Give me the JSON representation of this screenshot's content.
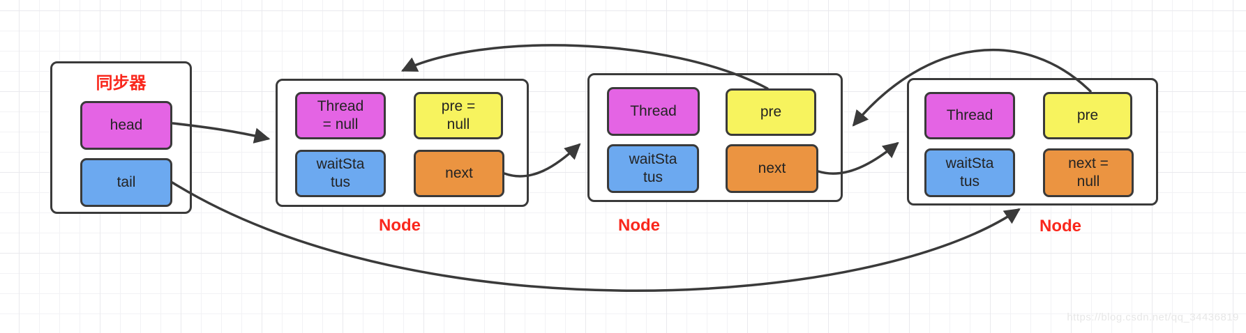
{
  "colors": {
    "magenta": "#e464e4",
    "yellow": "#f7f35e",
    "blue": "#6ca9f0",
    "orange": "#eb9441",
    "red_label": "#f9271c",
    "outline": "#3a3a3a",
    "box_fill": "#ffffff",
    "watermark_gray": "#e7e7e7"
  },
  "synchronizer": {
    "title": "同步器",
    "fields": [
      {
        "label": "head",
        "color": "#e464e4"
      },
      {
        "label": "tail",
        "color": "#6ca9f0"
      }
    ]
  },
  "nodes": [
    {
      "label": "Node",
      "fields": [
        {
          "label": "Thread\n= null",
          "color": "#e464e4"
        },
        {
          "label": "pre =\nnull",
          "color": "#f7f35e"
        },
        {
          "label": "waitSta\ntus",
          "color": "#6ca9f0"
        },
        {
          "label": "next",
          "color": "#eb9441"
        }
      ]
    },
    {
      "label": "Node",
      "fields": [
        {
          "label": "Thread",
          "color": "#e464e4"
        },
        {
          "label": "pre",
          "color": "#f7f35e"
        },
        {
          "label": "waitSta\ntus",
          "color": "#6ca9f0"
        },
        {
          "label": "next",
          "color": "#eb9441"
        }
      ]
    },
    {
      "label": "Node",
      "fields": [
        {
          "label": "Thread",
          "color": "#e464e4"
        },
        {
          "label": "pre",
          "color": "#f7f35e"
        },
        {
          "label": "waitSta\ntus",
          "color": "#6ca9f0"
        },
        {
          "label": "next =\nnull",
          "color": "#eb9441"
        }
      ]
    }
  ],
  "edges": [
    {
      "from": "synchronizer.head",
      "to": "node-1"
    },
    {
      "from": "node-1.next",
      "to": "node-2"
    },
    {
      "from": "node-2.next",
      "to": "node-3"
    },
    {
      "from": "node-2.pre",
      "to": "node-1"
    },
    {
      "from": "node-3.pre",
      "to": "node-2"
    },
    {
      "from": "synchronizer.tail",
      "to": "node-3"
    }
  ],
  "watermark": "https://blog.csdn.net/qq_34436819"
}
